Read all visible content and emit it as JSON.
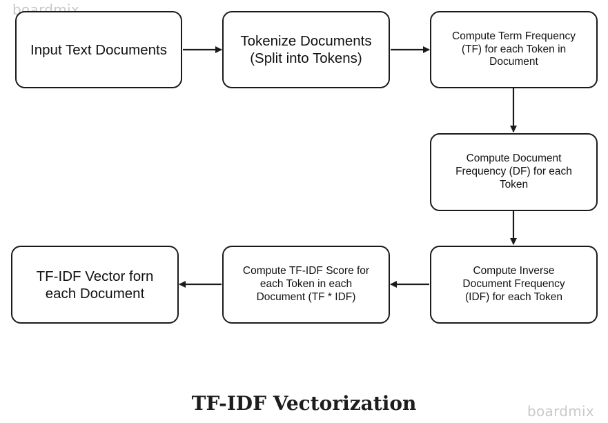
{
  "watermark": {
    "text": "boardmix"
  },
  "nodes": {
    "input_docs": {
      "label": "Input Text Documents"
    },
    "tokenize": {
      "label": "Tokenize Documents\n(Split into Tokens)"
    },
    "compute_tf": {
      "label": "Compute Term Frequency\n(TF) for each Token in\nDocument"
    },
    "compute_df": {
      "label": "Compute Document\nFrequency (DF) for each\nToken"
    },
    "compute_idf": {
      "label": "Compute Inverse\nDocument Frequency\n(IDF) for each Token"
    },
    "compute_tfidf": {
      "label": "Compute TF-IDF Score for\neach Token in  each\nDocument  (TF * IDF)"
    },
    "tfidf_vector": {
      "label": "TF-IDF Vector forn\neach Document"
    }
  },
  "title": {
    "text": "TF-IDF Vectorization"
  }
}
